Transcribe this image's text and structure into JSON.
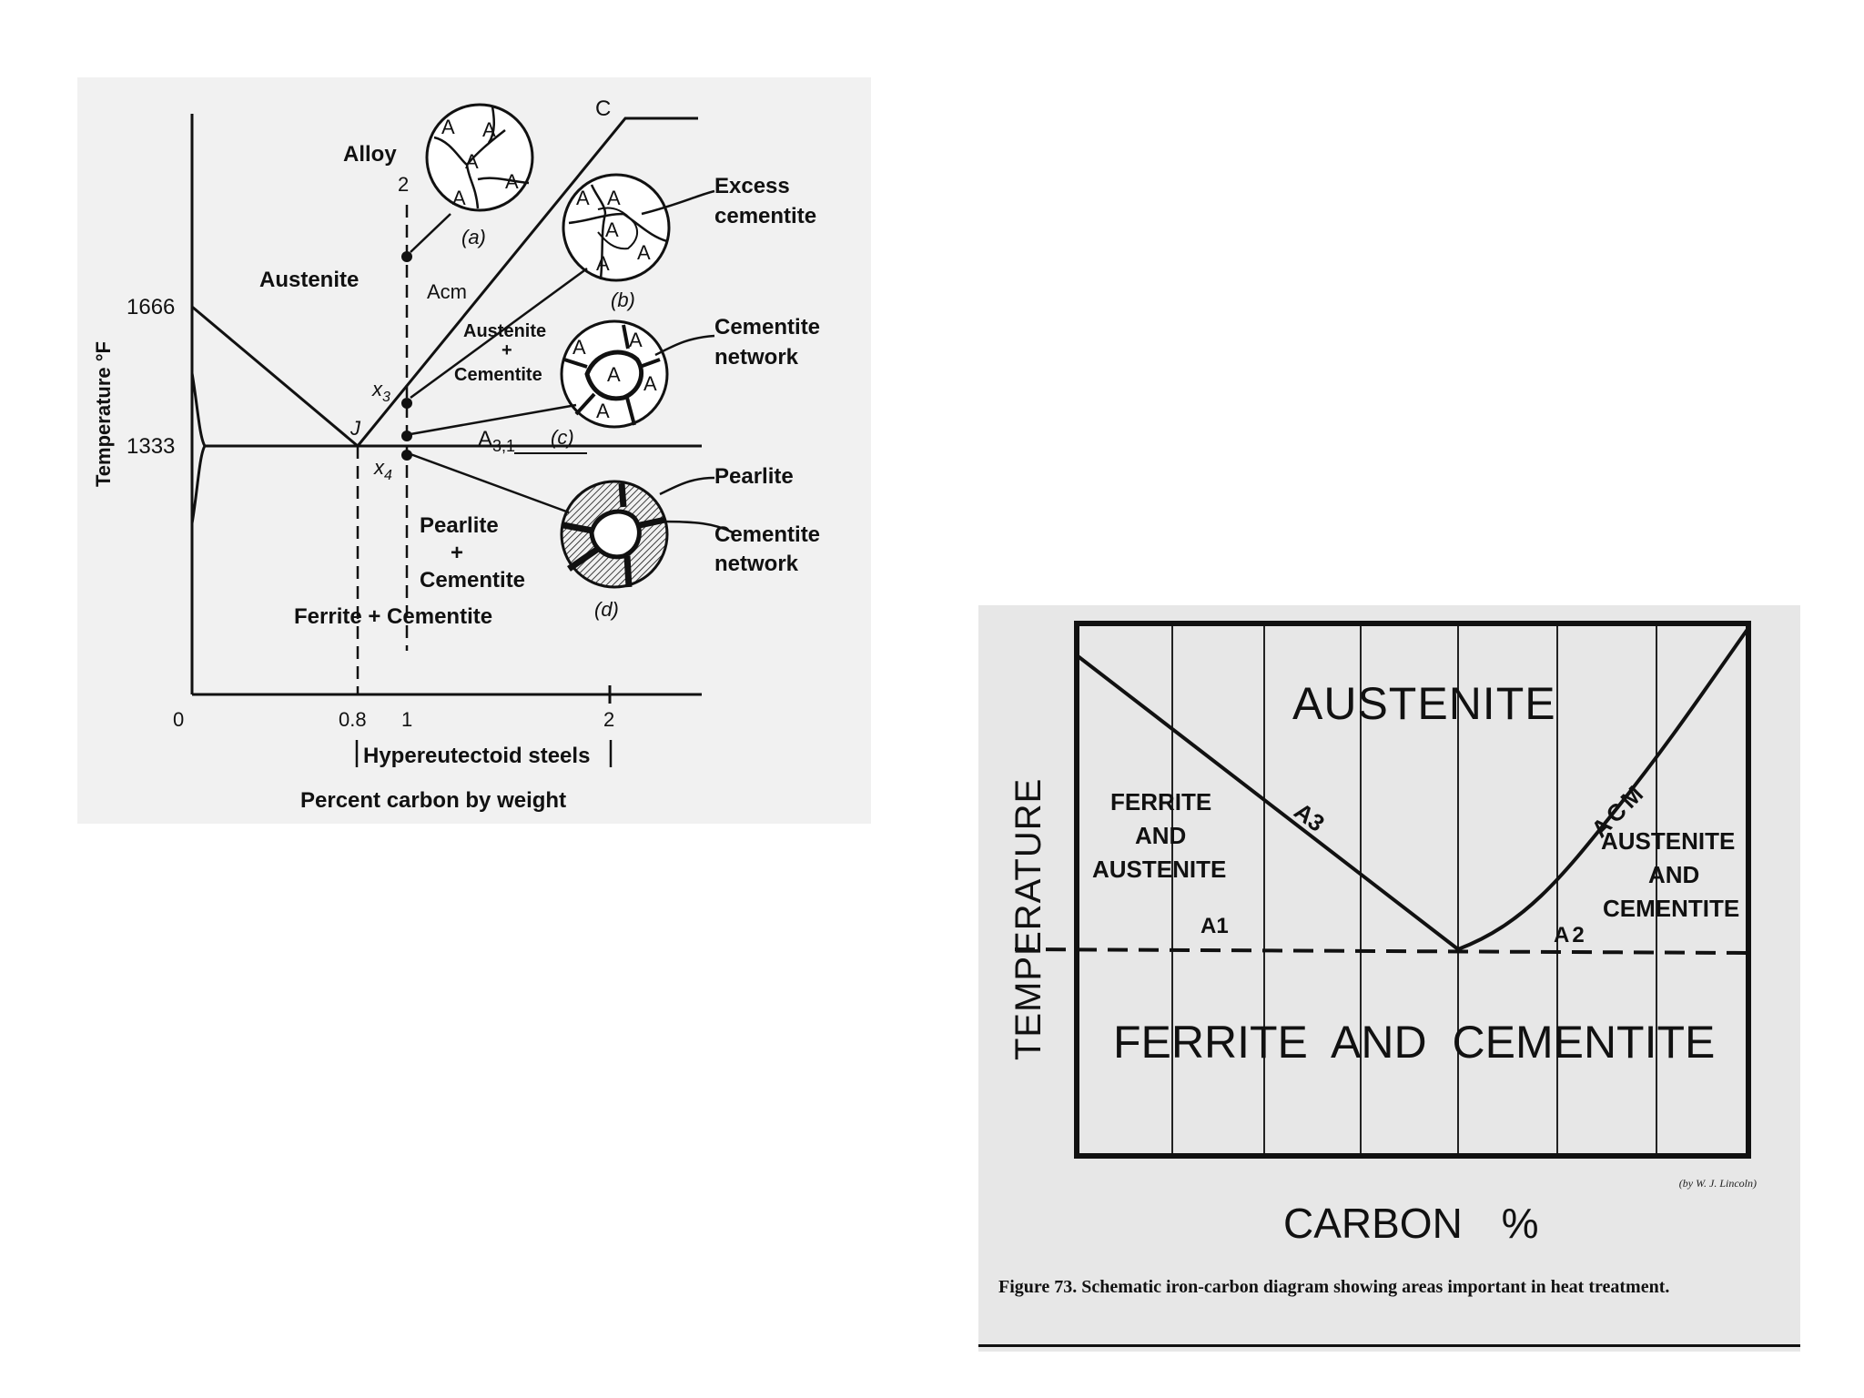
{
  "left_diagram": {
    "y_axis_label": "Temperature °F",
    "y_ticks": [
      "1666",
      "1333"
    ],
    "x_ticks": [
      "0",
      "0.8",
      "1",
      "2"
    ],
    "x_axis_label": "Percent carbon by weight",
    "hypereutectoid_label": "Hypereutectoid steels",
    "alloy_label": "Alloy",
    "alloy_number": "2",
    "point_c": "C",
    "point_j": "J",
    "acm_label": "Acm",
    "a31_label": "A",
    "a31_sub": "3,1",
    "x3_label": "x",
    "x3_sub": "3",
    "x4_label": "x",
    "x4_sub": "4",
    "region_austenite": "Austenite",
    "region_aust_cem": [
      "Austenite",
      "+",
      "Cementite"
    ],
    "region_pearlite_cem": [
      "Pearlite",
      "+",
      "Cementite"
    ],
    "region_ferrite_cem": "Ferrite + Cementite",
    "grain_letter": "A",
    "micro_labels": [
      "(a)",
      "(b)",
      "(c)",
      "(d)"
    ],
    "callout_excess_cementite": [
      "Excess",
      "cementite"
    ],
    "callout_cementite_network_1": [
      "Cementite",
      "network"
    ],
    "callout_pearlite": "Pearlite",
    "callout_cementite_network_2": [
      "Cementite",
      "network"
    ]
  },
  "right_diagram": {
    "y_axis_label": "TEMPERATURE",
    "x_axis_label": "CARBON %",
    "region_austenite": "AUSTENITE",
    "region_ferrite_austenite": [
      "FERRITE",
      "AND",
      "AUSTENITE"
    ],
    "region_austenite_cementite": [
      "AUSTENITE",
      "AND",
      "CEMENTITE"
    ],
    "region_ferrite_cementite": "FERRITE AND CEMENTITE",
    "line_a3": "A3",
    "line_acm": "ACM",
    "line_a1": "A1",
    "line_a2": "A2",
    "credit": "(by W. J. Lincoln)",
    "caption": "Figure 73. Schematic iron-carbon diagram showing areas important in heat treatment."
  }
}
